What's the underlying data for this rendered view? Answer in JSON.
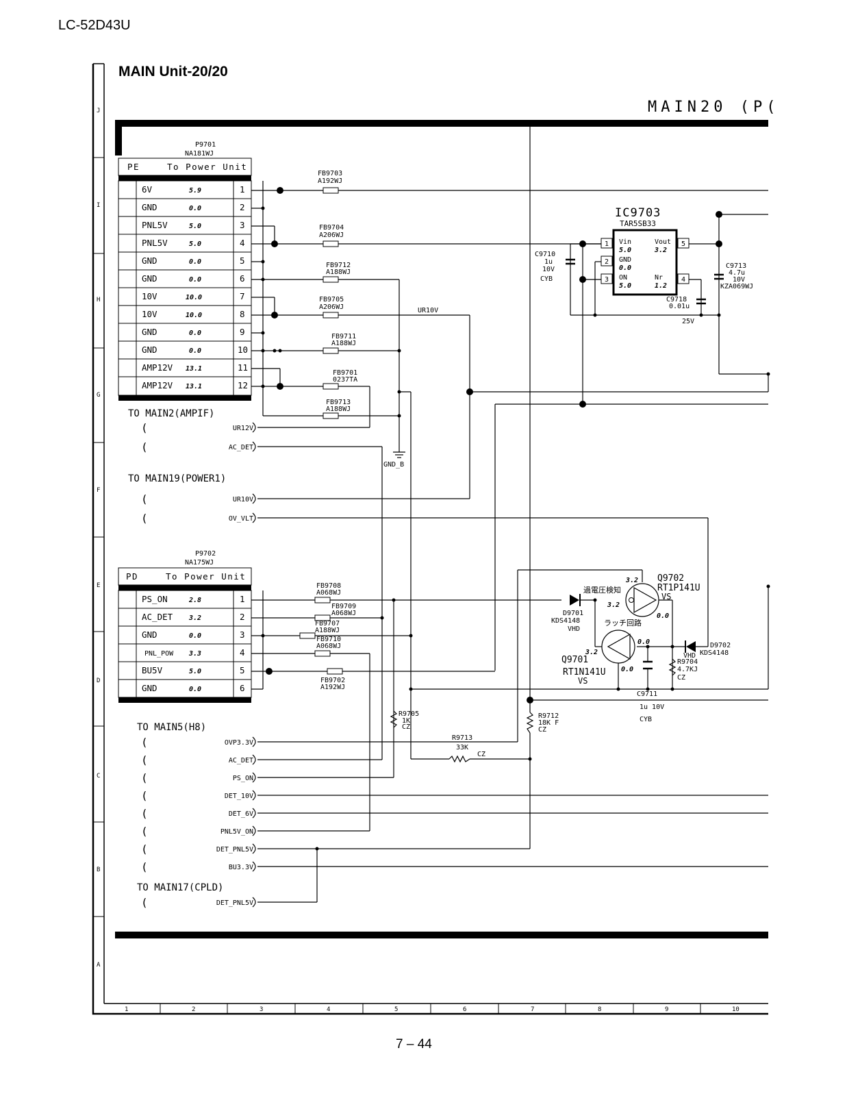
{
  "header": {
    "model": "LC-52D43U",
    "unit_title": "MAIN Unit-20/20",
    "sheet_title": "MAIN20 (P("
  },
  "footer": {
    "page_number": "7 – 44"
  },
  "grid": {
    "rows": [
      "J",
      "I",
      "H",
      "G",
      "F",
      "E",
      "D",
      "C",
      "B",
      "A"
    ],
    "cols": [
      "1",
      "2",
      "3",
      "4",
      "5",
      "6",
      "7",
      "8",
      "9",
      "10"
    ]
  },
  "connector_pe": {
    "ref": "P9701",
    "part": "NA181WJ",
    "tag": "PE",
    "title": "To Power Unit",
    "pins": [
      {
        "signal": "6V",
        "volt": "5.9",
        "num": "1"
      },
      {
        "signal": "GND",
        "volt": "0.0",
        "num": "2"
      },
      {
        "signal": "PNL5V",
        "volt": "5.0",
        "num": "3"
      },
      {
        "signal": "PNL5V",
        "volt": "5.0",
        "num": "4"
      },
      {
        "signal": "GND",
        "volt": "0.0",
        "num": "5"
      },
      {
        "signal": "GND",
        "volt": "0.0",
        "num": "6"
      },
      {
        "signal": "10V",
        "volt": "10.0",
        "num": "7"
      },
      {
        "signal": "10V",
        "volt": "10.0",
        "num": "8"
      },
      {
        "signal": "GND",
        "volt": "0.0",
        "num": "9"
      },
      {
        "signal": "GND",
        "volt": "0.0",
        "num": "10"
      },
      {
        "signal": "AMP12V",
        "volt": "13.1",
        "num": "11"
      },
      {
        "signal": "AMP12V",
        "volt": "13.1",
        "num": "12"
      }
    ]
  },
  "connector_pd": {
    "ref": "P9702",
    "part": "NA175WJ",
    "tag": "PD",
    "title": "To Power Unit",
    "pins": [
      {
        "signal": "PS_ON",
        "volt": "2.8",
        "num": "1"
      },
      {
        "signal": "AC_DET",
        "volt": "3.2",
        "num": "2"
      },
      {
        "signal": "GND",
        "volt": "0.0",
        "num": "3"
      },
      {
        "signal": "PNL_POW",
        "volt": "3.3",
        "num": "4"
      },
      {
        "signal": "BU5V",
        "volt": "5.0",
        "num": "5"
      },
      {
        "signal": "GND",
        "volt": "0.0",
        "num": "6"
      }
    ]
  },
  "ferrite_beads": [
    {
      "ref": "FB9703",
      "part": "A192WJ"
    },
    {
      "ref": "FB9704",
      "part": "A206WJ"
    },
    {
      "ref": "FB9712",
      "part": "A188WJ"
    },
    {
      "ref": "FB9705",
      "part": "A206WJ"
    },
    {
      "ref": "FB9711",
      "part": "A188WJ"
    },
    {
      "ref": "FB9701",
      "part": "0237TA"
    },
    {
      "ref": "FB9713",
      "part": "A188WJ"
    },
    {
      "ref": "FB9708",
      "part": "A068WJ"
    },
    {
      "ref": "FB9709",
      "part": "A068WJ"
    },
    {
      "ref": "FB9707",
      "part": "A188WJ"
    },
    {
      "ref": "FB9710",
      "part": "A068WJ"
    },
    {
      "ref": "FB9702",
      "part": "A192WJ"
    }
  ],
  "net_labels": {
    "ur10v": "UR10V",
    "gnd_b": "GND_B"
  },
  "ports": {
    "main2": {
      "title": "TO MAIN2(AMPIF)",
      "signals": [
        "UR12V",
        "AC_DET"
      ]
    },
    "main19": {
      "title": "TO MAIN19(POWER1)",
      "signals": [
        "UR10V",
        "OV_VLT"
      ]
    },
    "main5": {
      "title": "TO MAIN5(H8)",
      "signals": [
        "OVP3.3V",
        "AC_DET",
        "PS_ON",
        "DET_10V",
        "DET_6V",
        "PNL5V_ON",
        "DET_PNL5V",
        "BU3.3V"
      ]
    },
    "main17": {
      "title": "TO MAIN17(CPLD)",
      "signals": [
        "DET_PNL5V"
      ]
    }
  },
  "ic9703": {
    "ref": "IC9703",
    "part": "TAR5SB33",
    "pins": [
      {
        "name": "Vin",
        "num": "1",
        "volt": "5.0"
      },
      {
        "name": "GND",
        "num": "2",
        "volt": "0.0"
      },
      {
        "name": "ON",
        "num": "3",
        "volt": "5.0"
      },
      {
        "name": "Nr",
        "num": "4",
        "volt": "1.2"
      },
      {
        "name": "Vout",
        "num": "5",
        "volt": "3.2"
      }
    ]
  },
  "capacitors": {
    "c9710": {
      "ref": "C9710",
      "v1": "1u",
      "v2": "10V",
      "v3": "CYB"
    },
    "c9713": {
      "ref": "C9713",
      "v1": "4.7u",
      "v2": "10V",
      "v3": "KZA069WJ"
    },
    "c9718": {
      "ref": "C9718",
      "v1": "0.01u",
      "v2": "25V"
    },
    "c9711": {
      "ref": "C9711",
      "v1": "1u 10V",
      "v2": "CYB"
    }
  },
  "resistors": {
    "r9705": {
      "ref": "R9705",
      "v1": "1K",
      "v2": "CZ"
    },
    "r9712": {
      "ref": "R9712",
      "v1": "18K F",
      "v2": "CZ"
    },
    "r9713": {
      "ref": "R9713",
      "v1": "33K",
      "v2": "CZ"
    },
    "r9704": {
      "ref": "R9704",
      "v1": "4.7KJ",
      "v2": "CZ"
    }
  },
  "transistors": {
    "q9702": {
      "ref": "Q9702",
      "part": "RT1P141U",
      "supply": "VS",
      "label_jp": "過電圧検知",
      "v_top": "3.2",
      "v_base": "3.2",
      "v_out": "0.0"
    },
    "q9701": {
      "ref": "Q9701",
      "part": "RT1N141U",
      "supply": "VS",
      "label_jp": "ラッチ回路",
      "v_in": "3.2",
      "v_top": "0.0",
      "v_bot": "0.0"
    }
  },
  "diodes": {
    "d9701": {
      "ref": "D9701",
      "part": "KDS4148",
      "net": "VHD"
    },
    "d9702": {
      "ref": "D9702",
      "part": "KDS4148",
      "net": "VHD"
    }
  }
}
